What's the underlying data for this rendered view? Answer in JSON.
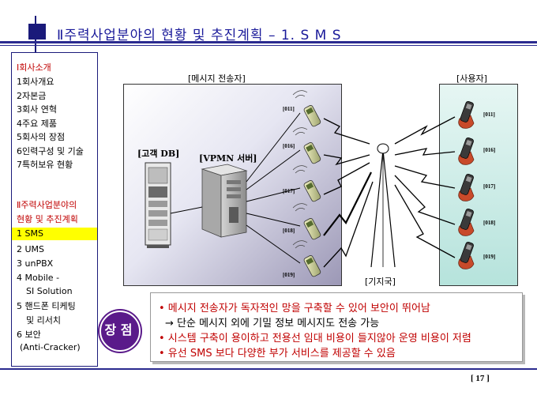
{
  "header": {
    "title": "Ⅱ주력사업분야의 현황 및 추진계획 – 1. S M S"
  },
  "sidebar": {
    "section1_title": "Ⅰ회사소개",
    "section1_items": [
      "1회사개요",
      "2자본금",
      "3회사 연혁",
      "4주요 제품",
      "5회사의 장점",
      "6인력구성 및 기술",
      "7특허보유 현황"
    ],
    "section2_title_line1": "Ⅱ주력사업분야의",
    "section2_title_line2": "현황 및 추진계획",
    "section2_items": [
      "1 SMS",
      "2 UMS",
      "3 unPBX",
      "4 Mobile -",
      "SI Solution",
      "5 핸드폰 티케팅",
      "및 리서치",
      "6 보안",
      "(Anti-Cracker)"
    ],
    "selected_item": "1 SMS"
  },
  "diagram": {
    "sender_label": "[메시지 전송자]",
    "user_label": "[사용자]",
    "db_label": "[고객 DB]",
    "server_label": "[VPMN 서버]",
    "base_station_label": "[기지국]",
    "sender_channels": [
      "[011]",
      "[016]",
      "[017]",
      "[018]",
      "[019]"
    ],
    "user_channels": [
      "[011]",
      "[016]",
      "[017]",
      "[018]",
      "[019]"
    ]
  },
  "advantages": {
    "badge": "장 점",
    "lines": [
      "• 메시지 전송자가 독자적인 망을 구축할 수 있어 보안이 뛰어남",
      "→ 단순 메시지 외에 기밀 정보 메시지도 전송 가능",
      "• 시스템 구축이 용이하고 전용선 임대 비용이 들지않아 운영 비용이 저렴",
      "• 유선 SMS 보다 다양한 부가 서비스를 제공할 수 있음"
    ]
  },
  "footer": {
    "page": "[ 17 ]"
  },
  "colors": {
    "title": "#1a1a9a",
    "rule": "#2b2b8f",
    "highlight": "#ffff00",
    "red_text": "#c00000",
    "badge": "#5a1a8a"
  }
}
